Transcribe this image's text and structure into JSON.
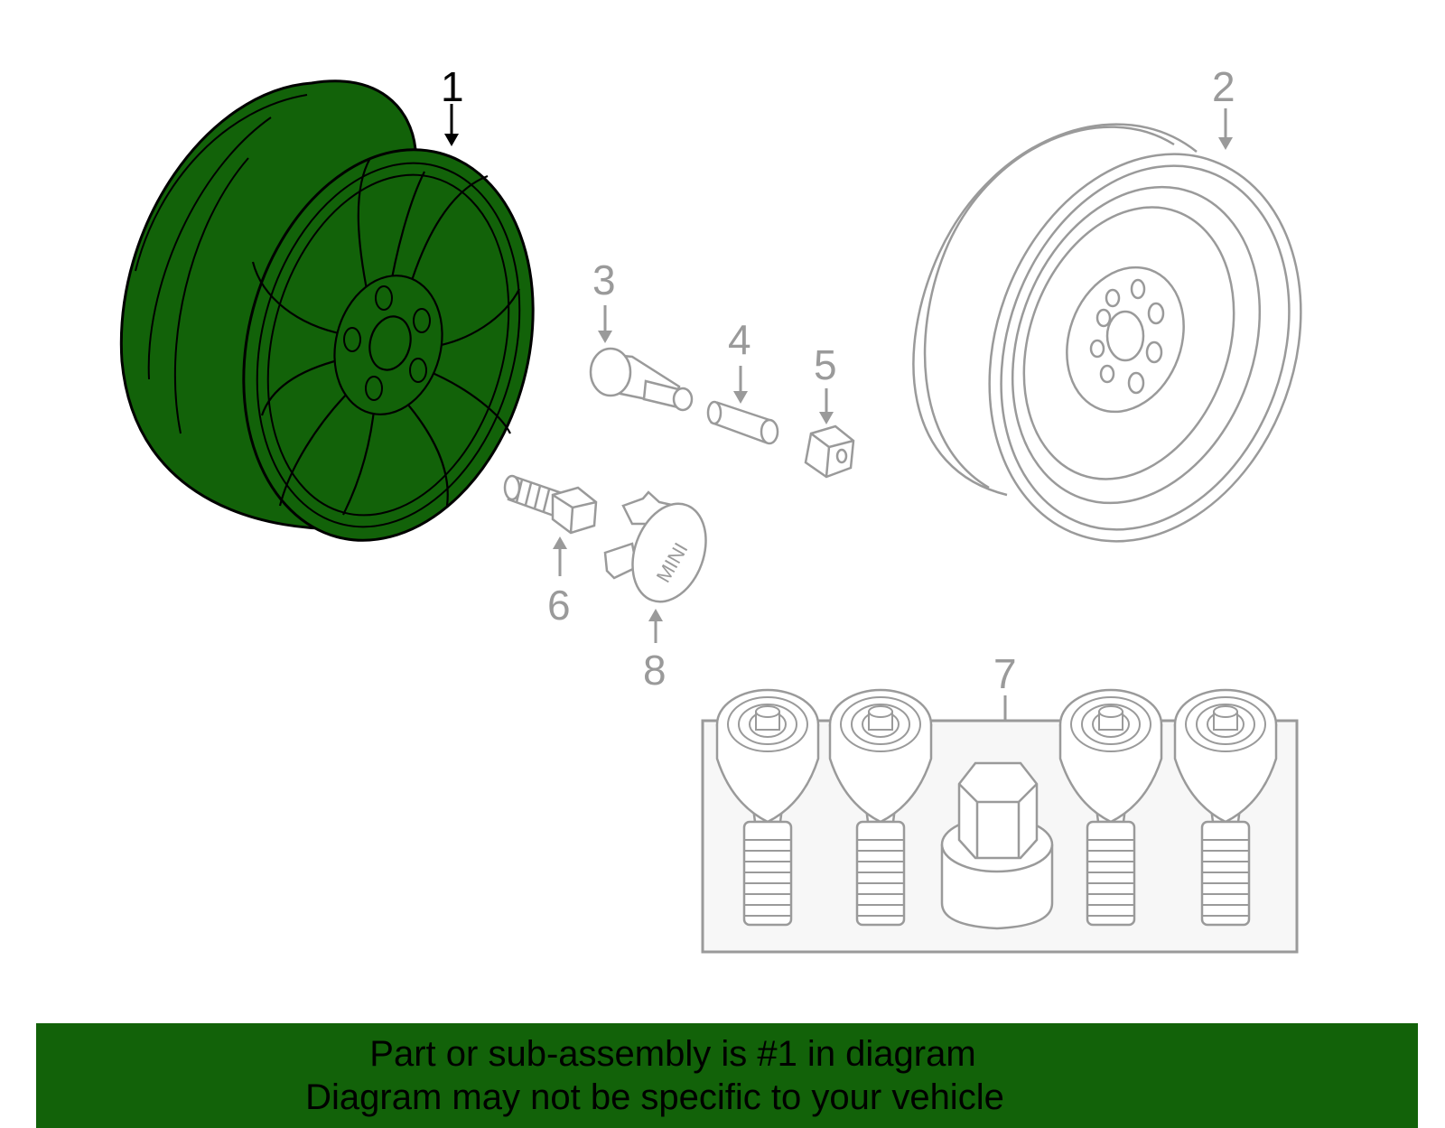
{
  "colors": {
    "highlight_fill": "#126209",
    "outline_gray": "#9a9a9a",
    "banner_bg": "#126209",
    "box_fill": "#f7f7f7"
  },
  "callouts": {
    "c1": "1",
    "c2": "2",
    "c3": "3",
    "c4": "4",
    "c5": "5",
    "c6": "6",
    "c7": "7",
    "c8": "8"
  },
  "cap_logo": "MINI",
  "banner": {
    "line1": "Part or sub-assembly is #1 in diagram",
    "line2": "Diagram may not be specific to your vehicle"
  },
  "icons": [
    "alloy-wheel-icon",
    "spare-wheel-icon",
    "valve-stem-icon",
    "pin-icon",
    "nut-icon",
    "bolt-icon",
    "center-cap-icon",
    "locking-bolt-icon",
    "lock-key-icon"
  ]
}
